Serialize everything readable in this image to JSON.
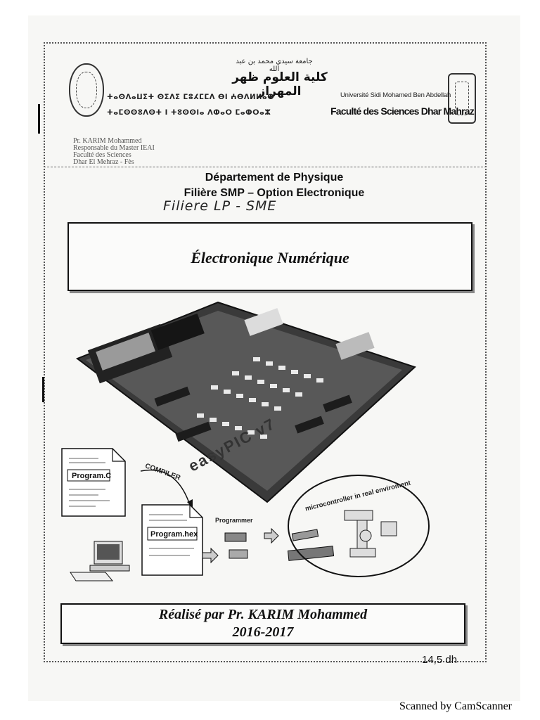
{
  "header": {
    "arabic_university": "جامعة سيدي محمد بن عبد الله",
    "arabic_faculty": "كلية العلوم ظهر المهراز",
    "tifinagh_line1": "ⵜⴰⵙⴷⴰⵡⵉⵜ ⵙⵉⴷⵉ ⵎⵓⵃⵎⵎⴷ ⴱⵏ ⵄⴱⴷⵍⵍⴰⵀ",
    "tifinagh_line2": "ⵜⴰⵎⵙⵙⵓⴷⵙⵜ ⵏ ⵜⵓⵙⵙⵏⴰ ⴷⵀⴰⵔ ⵎⴰⵀⵔⴰⵣ",
    "university": "Université Sidi Mohamed Ben Abdellah",
    "faculty": "Faculté des Sciences Dhar Mahraz"
  },
  "stamp": {
    "line1": "Pr. KARIM Mohammed",
    "line2": "Responsable du Master IEAI",
    "line3": "Faculté des Sciences",
    "line4": "Dhar El Mehraz - Fès"
  },
  "department": {
    "line1": "Département de Physique",
    "line2": "Filière SMP – Option Electronique"
  },
  "handwritten_note": "Filiere LP - SME",
  "course_title": "Électronique Numérique",
  "diagram": {
    "board_brand": "easyPIC v7",
    "source_file": "Program.C",
    "hex_file": "Program.hex",
    "compiler": "COMPILER",
    "programmer": "Programmer",
    "micro_caption": "microcontroller in real enviroment"
  },
  "footer": {
    "author": "Réalisé par Pr. KARIM Mohammed",
    "years": "2016-2017"
  },
  "price": "14,5 dh",
  "watermark": "Scanned by CamScanner"
}
